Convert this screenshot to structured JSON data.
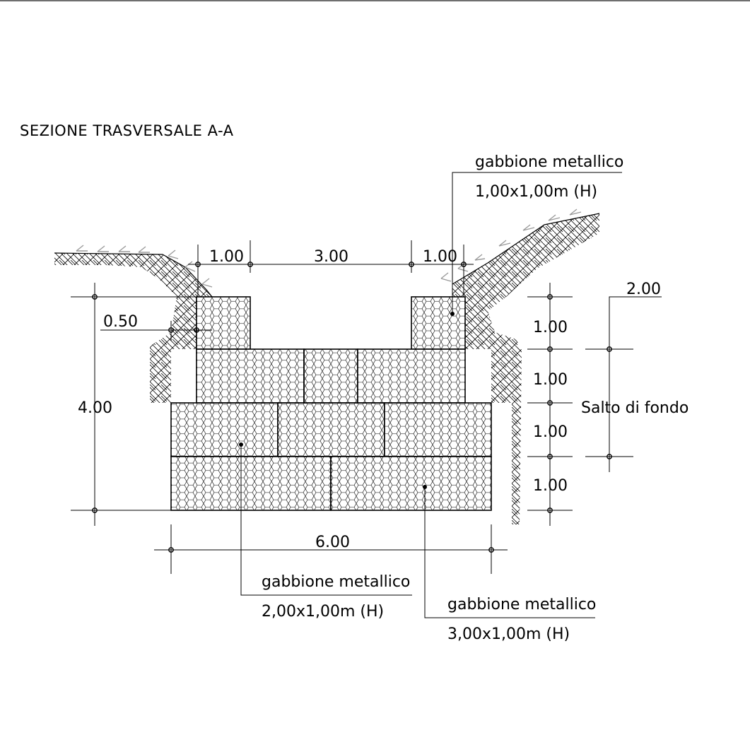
{
  "title": "SEZIONE TRASVERSALE A-A",
  "colors": {
    "ink": "#000000",
    "background": "#ffffff",
    "grass": "#9a9a9a",
    "frame": "#6f6f6f"
  },
  "labels": {
    "top_cage": {
      "line1": "gabbione metallico",
      "line2": "1,00x1,00m (H)"
    },
    "mid_cage": {
      "line1": "gabbione metallico",
      "line2": "2,00x1,00m (H)"
    },
    "bottom_cage": {
      "line1": "gabbione metallico",
      "line2": "3,00x1,00m (H)"
    },
    "salto": "Salto di fondo"
  },
  "dimensions": {
    "top_left_width": "1.00",
    "channel_width": "3.00",
    "top_right_width": "1.00",
    "embed_depth": "0.50",
    "total_height": "4.00",
    "base_width": "6.00",
    "drop_height": "2.00",
    "tiers": [
      "1.00",
      "1.00",
      "1.00",
      "1.00"
    ]
  }
}
